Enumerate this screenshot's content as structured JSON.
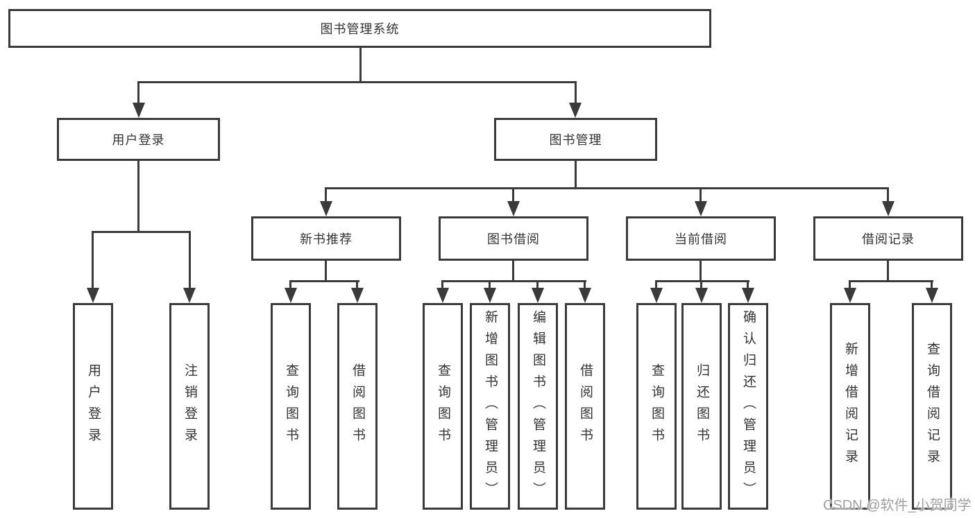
{
  "diagram": {
    "title": "图书管理系统",
    "root": {
      "label": "图书管理系统"
    },
    "branches": [
      {
        "label": "用户登录",
        "children": [
          {
            "label": "用户登录"
          },
          {
            "label": "注销登录"
          }
        ]
      },
      {
        "label": "图书管理",
        "children": [
          {
            "label": "新书推荐",
            "children": [
              {
                "label": "查询图书"
              },
              {
                "label": "借阅图书"
              }
            ]
          },
          {
            "label": "图书借阅",
            "children": [
              {
                "label": "查询图书"
              },
              {
                "label": "新增图书（管理员）"
              },
              {
                "label": "编辑图书（管理员）"
              },
              {
                "label": "借阅图书"
              }
            ]
          },
          {
            "label": "当前借阅",
            "children": [
              {
                "label": "查询图书"
              },
              {
                "label": "归还图书"
              },
              {
                "label": "确认归还（管理员）"
              }
            ]
          },
          {
            "label": "借阅记录",
            "children": [
              {
                "label": "新增借阅记录"
              },
              {
                "label": "查询借阅记录"
              }
            ]
          }
        ]
      }
    ]
  },
  "watermark": "CSDN @软件_小贺同学",
  "colors": {
    "line": "#3a3a3a",
    "text": "#333333",
    "watermark": "#a0a0a0"
  }
}
